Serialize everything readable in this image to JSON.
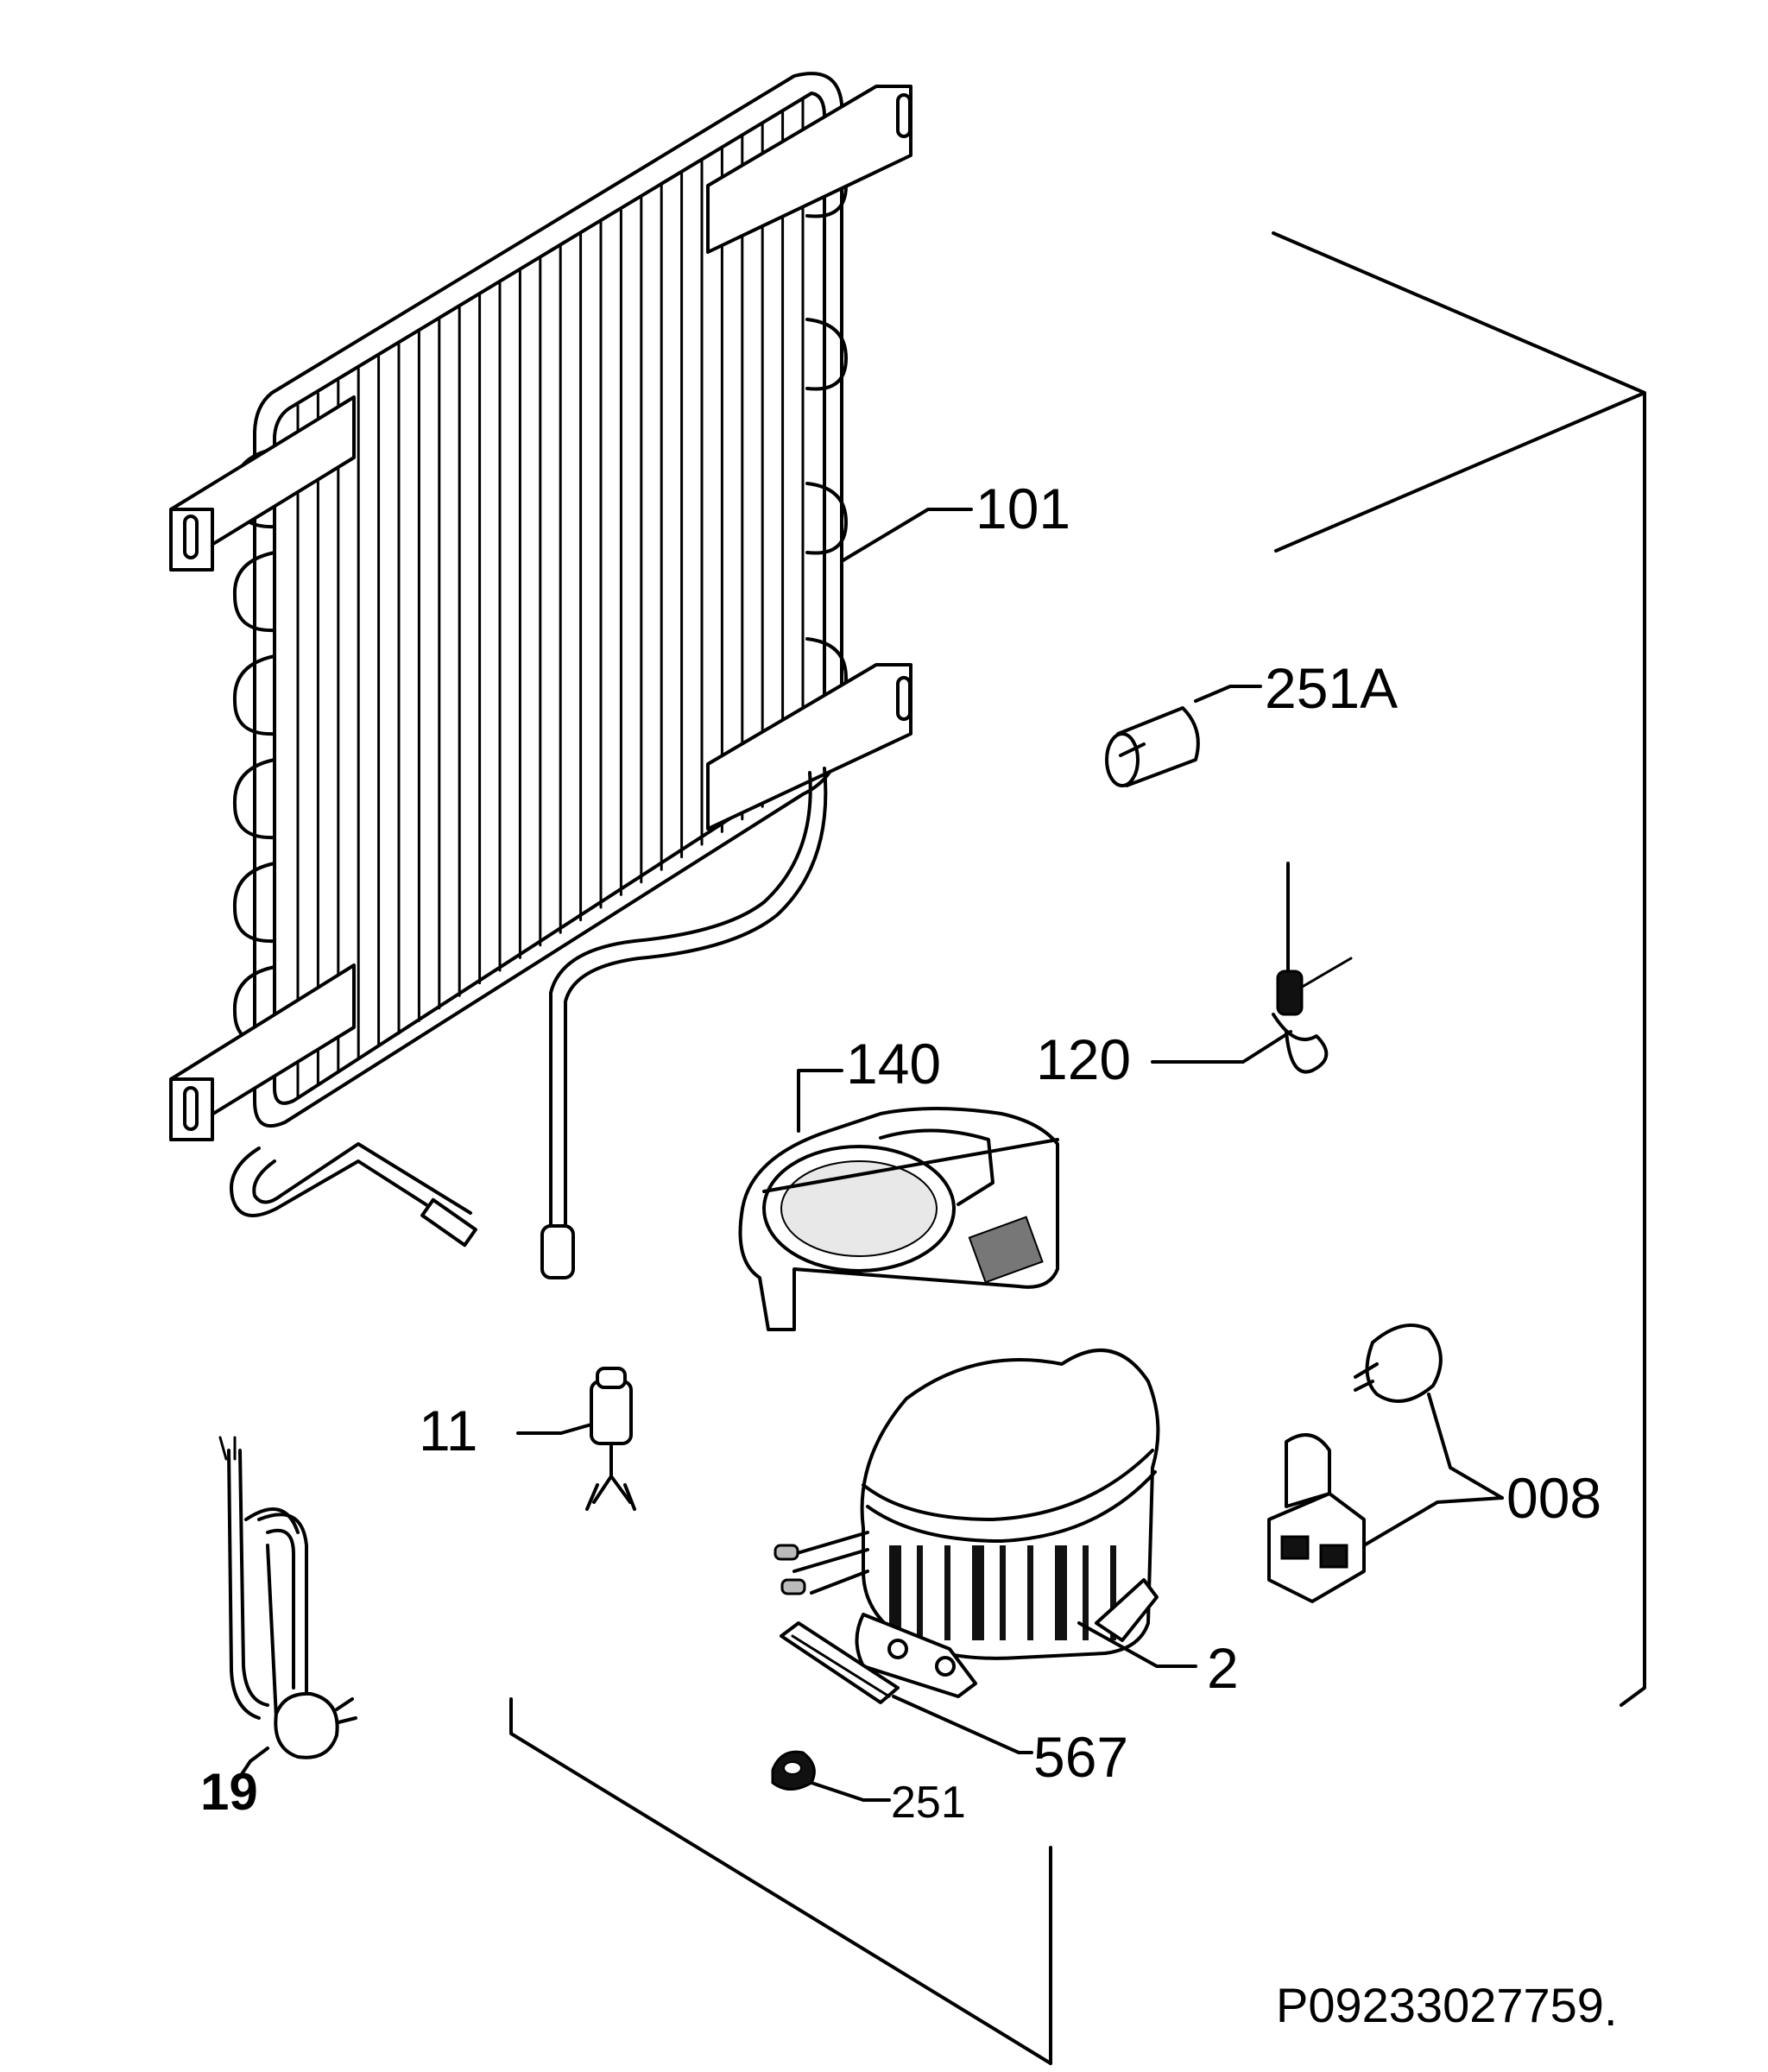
{
  "parts": {
    "condenser": "101",
    "tube_holder_a": "251A",
    "capillary": "120",
    "drip_tray": "140",
    "drier": "11",
    "power_cord": "19",
    "relay_overload": "008",
    "compressor": "2",
    "mounting_bracket": "567",
    "grommet": "251"
  },
  "drawing_code": "P09233027759",
  "drawing_code_suffix": "."
}
